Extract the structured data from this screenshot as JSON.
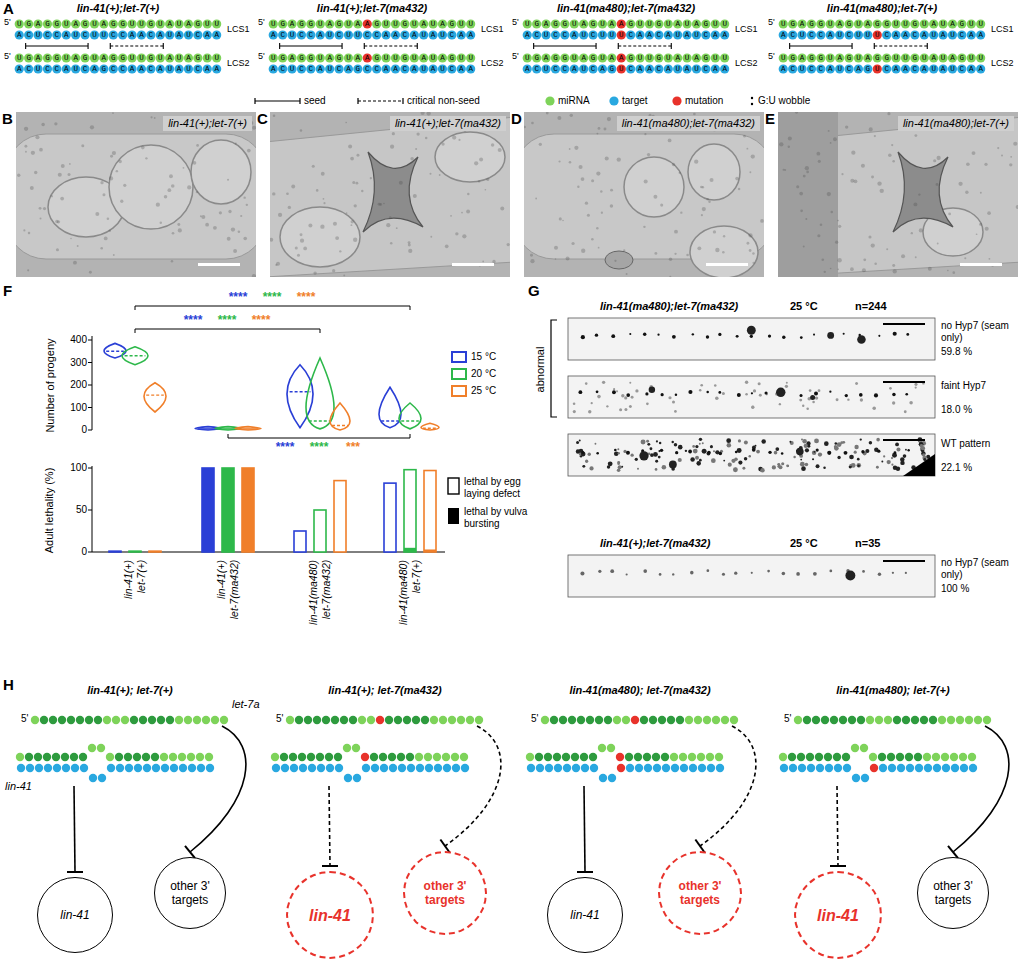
{
  "diagram": {
    "nodes": [
      {
        "text": [
          "lin-41(+);let-7(+)"
        ]
      },
      {
        "text": [
          "lin-41(+);let-7(ma432)"
        ]
      },
      {
        "text": [
          "lin-41(ma480);let-7(ma432)"
        ]
      },
      {
        "text": [
          "lin-41(ma480);let-7(+)"
        ]
      },
      {
        "text": [
          "lin-41"
        ]
      },
      {
        "text": [
          "other 3' targets"
        ]
      },
      {
        "text": [
          "lin-41"
        ]
      },
      {
        "text": [
          "other 3' targets"
        ]
      },
      {
        "text": [
          "lin-41"
        ]
      },
      {
        "text": [
          "other 3' targets"
        ]
      },
      {
        "text": [
          "lin-41"
        ]
      },
      {
        "text": [
          "other 3' targets"
        ]
      }
    ],
    "labels": [
      "A",
      "lin-41(+);let-7(+)",
      "lin-41(+);let-7(ma432)",
      "lin-41(ma480);let-7(ma432)",
      "lin-41(ma480);let-7(+)",
      "5'",
      "UGAGGUAGUAGGUUGUAUAGUU",
      "ACUCCAUCUUCCAACAUAUCAA",
      "LCS1",
      "5'",
      "UGAGGUAGUAGGUUGUAUAGUU",
      "ACUCCAUCAGCCAACAUAUCAA",
      "LCS2",
      "5'",
      "UGAGGUAGUAAGUUGUAUAGUU",
      "ACUCCAUCUUCCAACAUAUCAA",
      "LCS1",
      "5'",
      "UGAGGUAGUAAGUUGUAUAGUU",
      "ACUCCAUCAGCCAACAUAUCAA",
      "LCS2",
      "5'",
      "UGAGGUAGUAAGUUGUAUAGUU",
      "ACUCCAUCUUUCAACAUAUCAA",
      "LCS1",
      "5'",
      "UGAGGUAGUAAGUUGUAUAGUU",
      "ACUCCAUCAGUCAACAUAUCAA",
      "LCS2",
      "5'",
      "UGAGGUAGUAGGUUGUAUAGUU",
      "ACUCCAUCUUUCAACAUAUCAA",
      "LCS1",
      "5'",
      "UGAGGUAGUAGGUUGUAUAGUU",
      "ACUCCAUCAGUCAACAUAUCAA",
      "LCS2",
      "B",
      "C",
      "D",
      "E",
      "F",
      "****",
      "****",
      "****",
      "****",
      "****",
      "****",
      "****",
      "****",
      "***",
      "Number of progeny",
      "400",
      "300",
      "200",
      "100",
      "0",
      "Adult lethality (%)",
      "100",
      "50",
      "0",
      "lin-41(+)",
      "let-7(+)",
      "lin-41(+)",
      "let-7(ma432)",
      "lin-41(ma480)",
      "let-7(ma432)",
      "lin-41(ma480)",
      "let-7(+)",
      "G",
      "lin-41(ma480);let-7(ma432)",
      "25 °C",
      "n=244",
      "abnormal",
      "no Hyp7 (seam only)",
      "59.8 %",
      "faint Hyp7",
      "18.0 %",
      "WT pattern",
      "22.1 %",
      "lin-41(+);let-7(ma432)",
      "25 °C",
      "n=35",
      "no Hyp7 (seam only)",
      "100 %",
      "H",
      "lin-41(+); let-7(+)",
      "lin-41(+); let-7(ma432)",
      "lin-41(ma480); let-7(ma432)",
      "lin-41(ma480); let-7(+)",
      "5'",
      "let-7a",
      "lin-41",
      "5'",
      "5'",
      "5'"
    ],
    "legend": [
      {
        "text": "seed"
      },
      {
        "text": "critical non-seed"
      },
      {
        "text": "miRNA",
        "color": "#7ed35a"
      },
      {
        "text": "target",
        "color": "#29a8e0"
      },
      {
        "text": "mutation",
        "color": "#e8322b"
      },
      {
        "text": "G:U wobble"
      },
      {
        "text": "15 °C",
        "color": "#2a3fd6"
      },
      {
        "text": "20 °C",
        "color": "#2db84a"
      },
      {
        "text": "25 °C",
        "color": "#f07f2a"
      },
      {
        "text": "lethal by egg laying defect"
      },
      {
        "text": "lethal by vulva bursting"
      }
    ]
  }
}
